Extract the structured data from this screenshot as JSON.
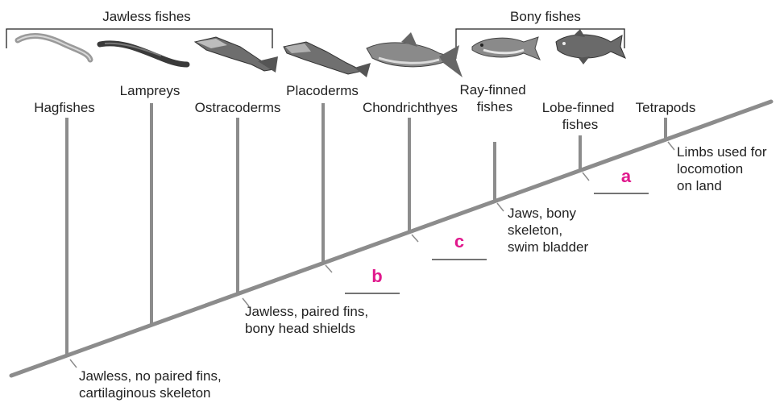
{
  "groups": {
    "jawless": "Jawless fishes",
    "bony": "Bony fishes"
  },
  "taxa": {
    "hagfishes": "Hagfishes",
    "lampreys": "Lampreys",
    "ostracoderms": "Ostracoderms",
    "placoderms": "Placoderms",
    "chondrichthyes": "Chondrichthyes",
    "ray_finned": [
      "Ray-finned",
      "fishes"
    ],
    "lobe_finned": [
      "Lobe-finned",
      "fishes"
    ],
    "tetrapods": "Tetrapods"
  },
  "traits": {
    "base": [
      "Jawless, no paired fins,",
      "cartilaginous skeleton"
    ],
    "ostracoderm_node": [
      "Jawless, paired fins,",
      "bony head shields"
    ],
    "bony_node": [
      "Jaws, bony",
      "skeleton,",
      "swim bladder"
    ],
    "tetrapod_node": [
      "Limbs used for",
      "locomotion",
      "on land"
    ]
  },
  "blanks": {
    "a": "a",
    "b": "b",
    "c": "c"
  },
  "colors": {
    "trunk": "#8c8c8c",
    "accent": "#e0178c",
    "text": "#222222"
  },
  "icons": [
    "hagfish-icon",
    "lamprey-icon",
    "ostracoderm-icon",
    "placoderm-icon",
    "shark-icon",
    "ray-finned-fish-icon",
    "coelacanth-icon"
  ]
}
